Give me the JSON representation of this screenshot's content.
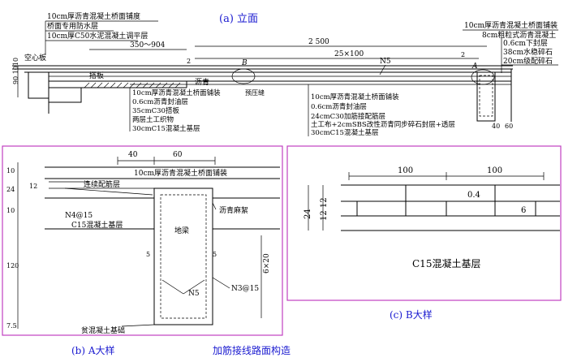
{
  "captions": {
    "elevation": "(a) 立面",
    "detail_a": "(b) A大样",
    "detail_b": "(c) B大样",
    "figure_title": "加筋接线路面构造"
  },
  "elevation": {
    "left_layers": [
      "10cm厚沥青混凝土桥面铺度",
      "桥面专用防水层",
      "10cm厚C50水泥混凝土调平层"
    ],
    "right_layers": [
      "10cm厚沥青混凝土桥面铺装",
      "8cm粗粒式沥青混凝土",
      "0.6cm下封层",
      "38cm水稳碎石",
      "20cm级配碎石"
    ],
    "mid_left_layers": [
      "10cm厚沥青混凝土桥面铺装",
      "0.6cm沥青封油层",
      "35cmC30搭板",
      "两层土工织物",
      "30cmC15混凝土基层"
    ],
    "mid_right_layers": [
      "10cm厚沥青混凝土桥面铺装",
      "0.6cm沥青封油层",
      "24cmC30加筋接配筋层",
      "土工布+2cmSBS改性沥青同步碎石封层+透层",
      "30cmC15混凝土基层"
    ],
    "hollow_slab": "空心板",
    "approach_slab": "搭板",
    "asphalt": "沥青",
    "press_seam": "预压缝",
    "rebar_n5": "N5",
    "mark_a": "A",
    "mark_b": "B",
    "dim_350": "350～904",
    "dim_2500": "2 500",
    "dim_25x100": "25×100",
    "dim_2": "2",
    "dim_2b": "2",
    "dim_left_v": "90 1010",
    "dim_40": "40",
    "dim_60": "60"
  },
  "detail_a": {
    "top_layer": "10cm厚沥青混凝土桥面铺装",
    "continuous_rebar": "连续配筋层",
    "n4": "N4@15",
    "base": "C15混凝土基层",
    "ground_beam": "地梁",
    "asphalt_jute": "沥青麻絮",
    "n5": "N5",
    "n3": "N3@15",
    "lean_concrete": "贫混凝土基础",
    "dim_40": "40",
    "dim_60": "60",
    "dim_10": "10",
    "dim_12": "12",
    "dim_24": "24",
    "dim_10b": "10",
    "dim_120": "120",
    "dim_75": "7.5",
    "dim_5a": "5",
    "dim_5b": "5",
    "dim_6x20": "6×20"
  },
  "detail_b": {
    "dim_100a": "100",
    "dim_100b": "100",
    "dim_04": "0.4",
    "dim_24": "24",
    "dim_12": "12 12",
    "dim_6": "6",
    "base": "C15混凝土基层"
  },
  "colors": {
    "frame": "#c040c0",
    "caption": "#1a1ad0"
  }
}
